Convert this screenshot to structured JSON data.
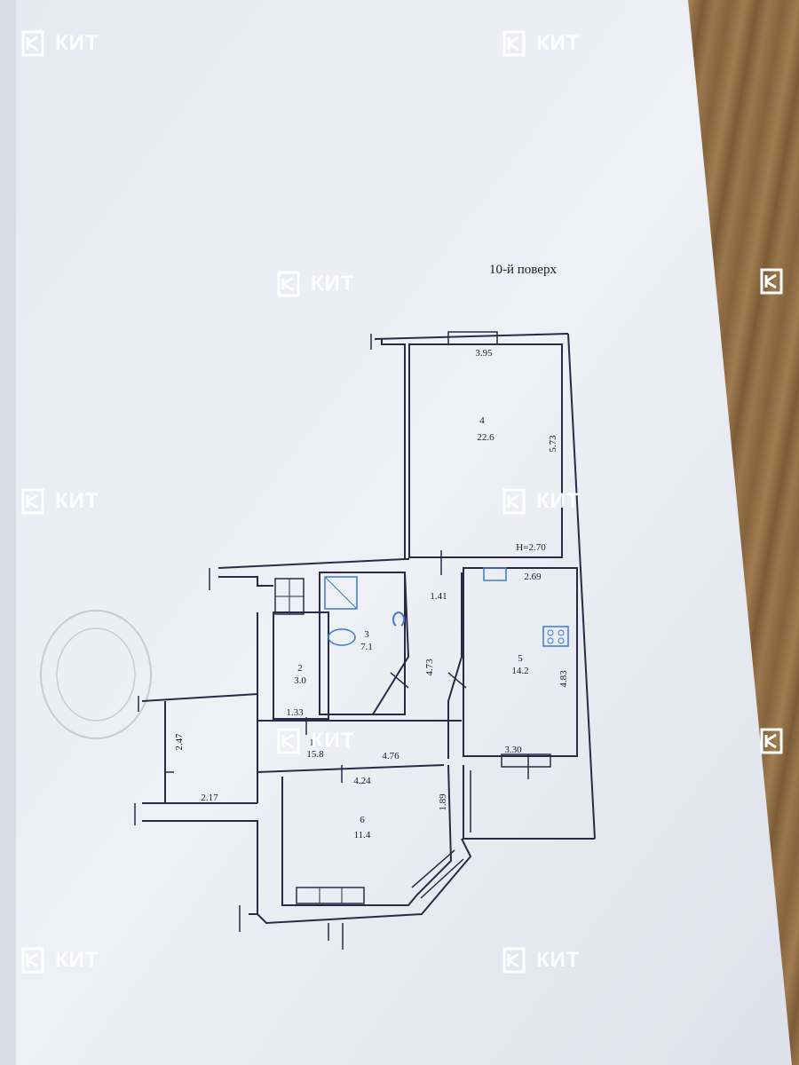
{
  "plan": {
    "title": "10-й поверх",
    "height_note": "H=2.70",
    "rooms": [
      {
        "number": "1",
        "area": "15.8"
      },
      {
        "number": "2",
        "area": "3.0"
      },
      {
        "number": "3",
        "area": "7.1"
      },
      {
        "number": "4",
        "area": "22.6"
      },
      {
        "number": "5",
        "area": "14.2"
      },
      {
        "number": "6",
        "area": "11.4"
      }
    ],
    "dimensions": [
      "3.95",
      "5.73",
      "2.69",
      "4.83",
      "1.41",
      "4.73",
      "3.30",
      "4.76",
      "4.24",
      "1.89",
      "1.33",
      "2.47",
      "2.17"
    ]
  },
  "watermark": {
    "brand": "КИТ",
    "color": "#ffffff"
  },
  "colors": {
    "paper": "#eceef5",
    "lines": "#2a2a48",
    "fixture_blue": "#3a7bd5",
    "table": "#8a6a44"
  }
}
